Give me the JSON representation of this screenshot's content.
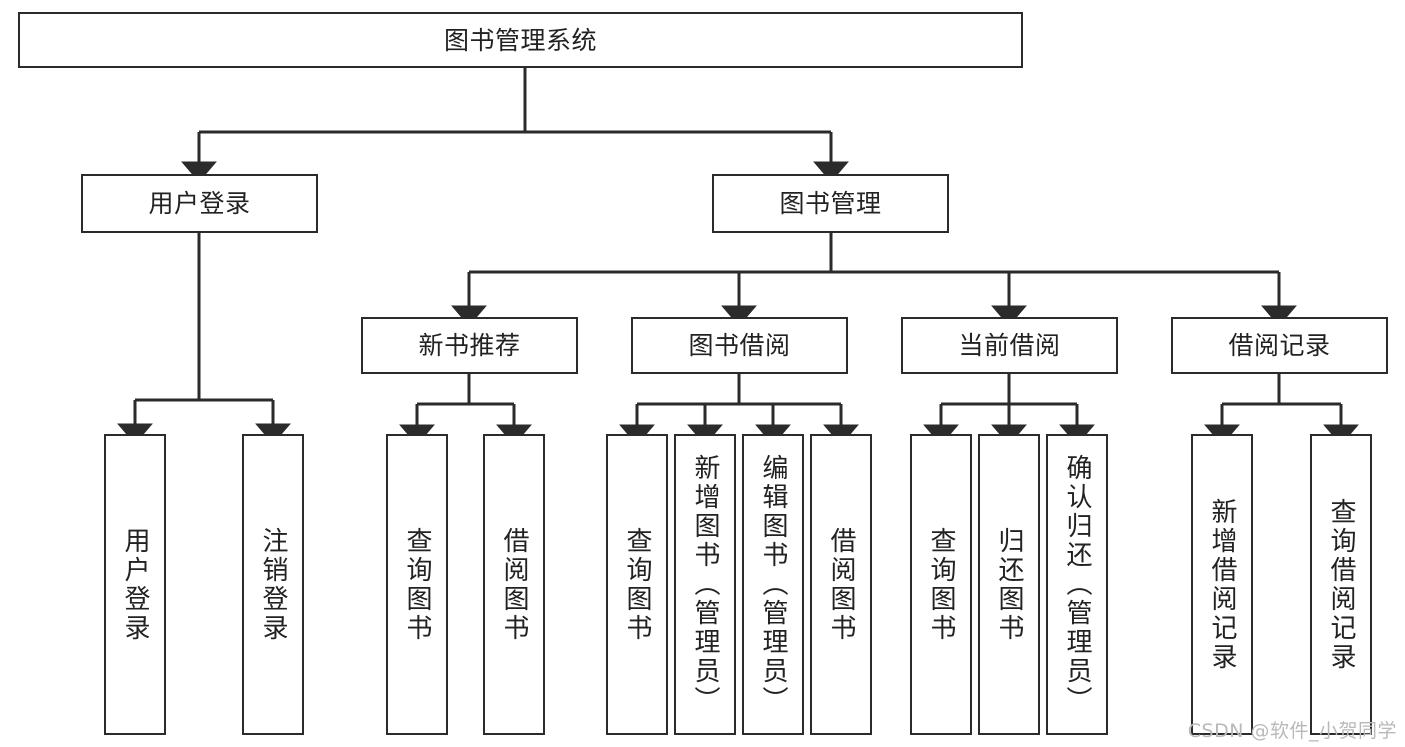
{
  "diagram": {
    "title": "图书管理系统",
    "type": "tree-hierarchy-diagram",
    "stroke_color": "#2b2b2b",
    "fill_color": "#ffffff",
    "text_color": "#222222",
    "root": {
      "id": "root",
      "label": "图书管理系统"
    },
    "level2": [
      {
        "id": "user-login",
        "label": "用户登录"
      },
      {
        "id": "book-manage",
        "label": "图书管理"
      }
    ],
    "level3": [
      {
        "id": "new-book-recommend",
        "label": "新书推荐"
      },
      {
        "id": "book-borrow",
        "label": "图书借阅"
      },
      {
        "id": "current-borrow",
        "label": "当前借阅"
      },
      {
        "id": "borrow-record",
        "label": "借阅记录"
      }
    ],
    "leaves": {
      "user_login": [
        {
          "id": "leaf-user-login",
          "label": "用户登录"
        },
        {
          "id": "leaf-logout",
          "label": "注销登录"
        }
      ],
      "new_book_recommend": [
        {
          "id": "leaf-query-book-1",
          "label": "查询图书"
        },
        {
          "id": "leaf-borrow-book-1",
          "label": "借阅图书"
        }
      ],
      "book_borrow": [
        {
          "id": "leaf-query-book-2",
          "label": "查询图书"
        },
        {
          "id": "leaf-add-book",
          "label": "新增图书（管理员）"
        },
        {
          "id": "leaf-edit-book",
          "label": "编辑图书（管理员）"
        },
        {
          "id": "leaf-borrow-book-2",
          "label": "借阅图书"
        }
      ],
      "current_borrow": [
        {
          "id": "leaf-query-book-3",
          "label": "查询图书"
        },
        {
          "id": "leaf-return-book",
          "label": "归还图书"
        },
        {
          "id": "leaf-confirm-return",
          "label": "确认归还（管理员）"
        }
      ],
      "borrow_record": [
        {
          "id": "leaf-add-record",
          "label": "新增借阅记录"
        },
        {
          "id": "leaf-query-record",
          "label": "查询借阅记录"
        }
      ]
    }
  },
  "watermark": {
    "text": "CSDN @软件_小贺同学"
  }
}
